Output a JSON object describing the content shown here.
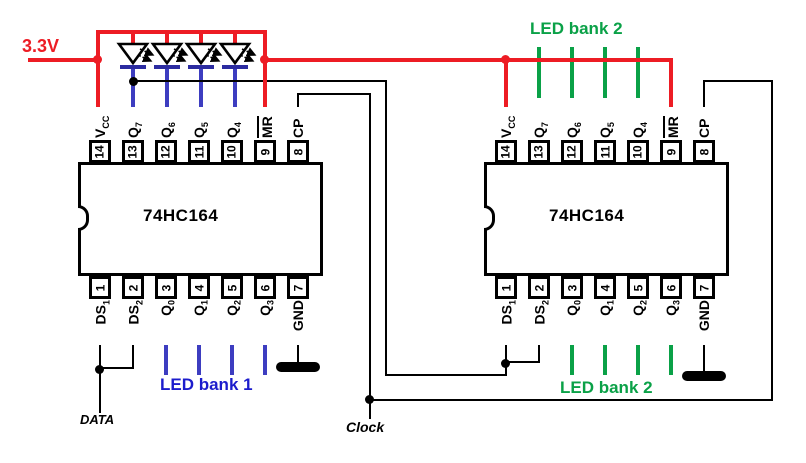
{
  "title": "Cascaded 74HC164 LED driver schematic",
  "colors": {
    "red": "#ed1c24",
    "blue": "#3d3dc0",
    "blue_text": "#1c1ccc",
    "navy_cathode": "#2b2ba0",
    "green": "#0aa147",
    "black": "#000000"
  },
  "labels": {
    "supply": "3.3V",
    "led_bank1": "LED bank 1",
    "led_bank2_top": "LED bank 2",
    "led_bank2_bottom": "LED bank 2",
    "data": "DATA",
    "clock": "Clock"
  },
  "led_count": 4,
  "chips": [
    {
      "name": "74HC164",
      "top_pins": [
        {
          "num": "14",
          "name": "V",
          "sub": "CC"
        },
        {
          "num": "13",
          "name": "Q",
          "sub": "7"
        },
        {
          "num": "12",
          "name": "Q",
          "sub": "6"
        },
        {
          "num": "11",
          "name": "Q",
          "sub": "5"
        },
        {
          "num": "10",
          "name": "Q",
          "sub": "4"
        },
        {
          "num": "9",
          "name": "MR",
          "overline": true
        },
        {
          "num": "8",
          "name": "CP"
        }
      ],
      "bottom_pins": [
        {
          "num": "1",
          "name": "DS",
          "sub": "1"
        },
        {
          "num": "2",
          "name": "DS",
          "sub": "2"
        },
        {
          "num": "3",
          "name": "Q",
          "sub": "0"
        },
        {
          "num": "4",
          "name": "Q",
          "sub": "1"
        },
        {
          "num": "5",
          "name": "Q",
          "sub": "2"
        },
        {
          "num": "6",
          "name": "Q",
          "sub": "3"
        },
        {
          "num": "7",
          "name": "GND"
        }
      ]
    },
    {
      "name": "74HC164",
      "top_pins": [
        {
          "num": "14",
          "name": "V",
          "sub": "CC"
        },
        {
          "num": "13",
          "name": "Q",
          "sub": "7"
        },
        {
          "num": "12",
          "name": "Q",
          "sub": "6"
        },
        {
          "num": "11",
          "name": "Q",
          "sub": "5"
        },
        {
          "num": "10",
          "name": "Q",
          "sub": "4"
        },
        {
          "num": "9",
          "name": "MR",
          "overline": true
        },
        {
          "num": "8",
          "name": "CP"
        }
      ],
      "bottom_pins": [
        {
          "num": "1",
          "name": "DS",
          "sub": "1"
        },
        {
          "num": "2",
          "name": "DS",
          "sub": "2"
        },
        {
          "num": "3",
          "name": "Q",
          "sub": "0"
        },
        {
          "num": "4",
          "name": "Q",
          "sub": "1"
        },
        {
          "num": "5",
          "name": "Q",
          "sub": "2"
        },
        {
          "num": "6",
          "name": "Q",
          "sub": "3"
        },
        {
          "num": "7",
          "name": "GND"
        }
      ]
    }
  ]
}
